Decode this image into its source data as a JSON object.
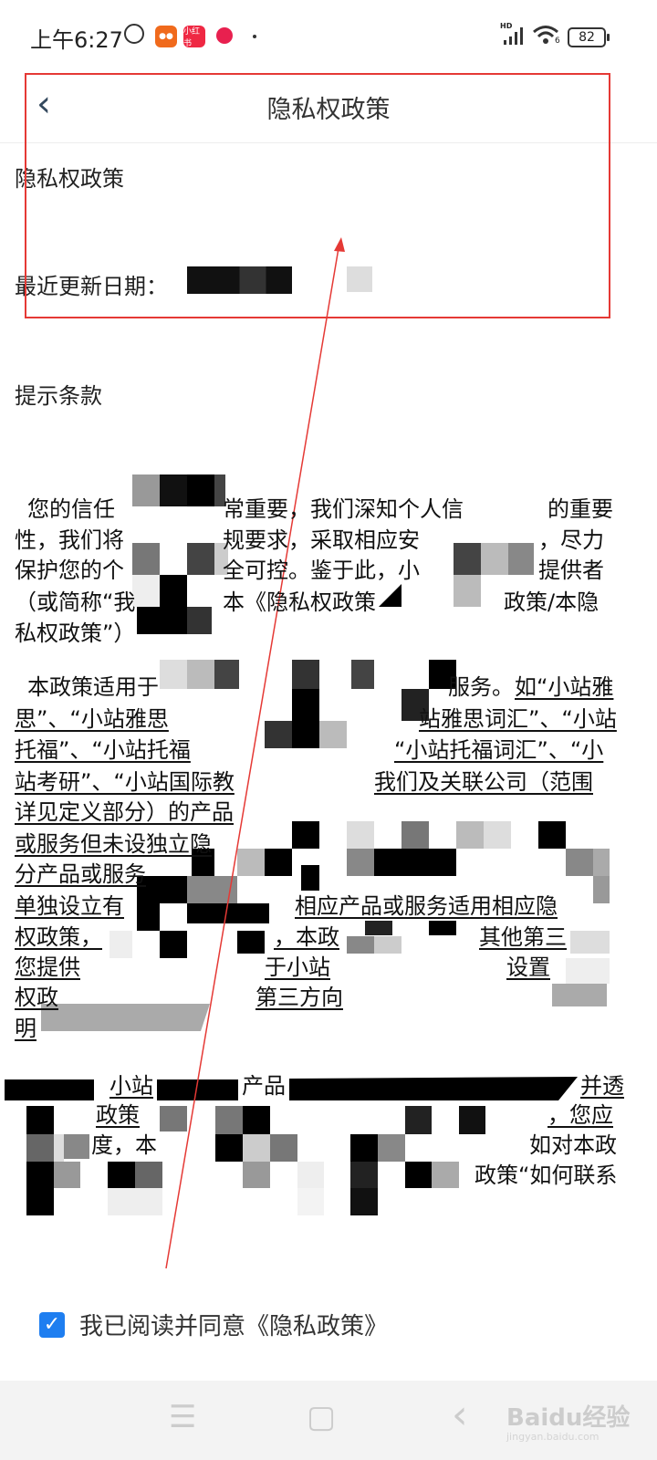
{
  "status_bar": {
    "time": "上午6:27",
    "app_icons": [
      "kuaishou-icon",
      "xiaohongshu-icon",
      "video-app-icon"
    ],
    "xiaohongshu_label": "小红书",
    "network": "HD",
    "wifi_label": "6",
    "battery": "82"
  },
  "header": {
    "title": "隐私权政策",
    "back_icon": "chevron-left-icon"
  },
  "doc": {
    "heading": "隐私权政策",
    "updated_label": "最近更新日期：",
    "section": "提示条款",
    "p1": [
      [
        "您的信任",
        "常重要，我们深知个人信",
        "的重要"
      ],
      [
        "性，我们将",
        "规要求，采取相应安",
        "，尽力"
      ],
      [
        "保护您的个",
        "全可控。鉴于此，小",
        "提供者"
      ],
      [
        "（或简称“我",
        "本《隐私权政策",
        "政策/本隐"
      ],
      [
        "私权政策”）"
      ]
    ],
    "p2": [
      [
        "本政策适用于",
        "服务。",
        "如“小站雅"
      ],
      [
        "思”、“小站雅思",
        "站雅思词汇”、“小站"
      ],
      [
        "托福”、“小站托福",
        "“小站托福词汇”、“小"
      ],
      [
        "站考研”、“小站国际教",
        "我们及关联公司（范围"
      ],
      [
        "详见定义部分）的产品"
      ],
      [
        "或服务但未设独立隐"
      ],
      [
        "分产品或服务"
      ],
      [
        "单独设立有",
        "相应产品或服务适用相应隐"
      ],
      [
        "权政策，",
        "，本政",
        "其他第三"
      ],
      [
        "您提供",
        "于小站",
        "设置"
      ],
      [
        "权政",
        "第三方向"
      ],
      [
        "明"
      ]
    ],
    "p3": [
      [
        "小站",
        "产品",
        "并透"
      ],
      [
        "政策",
        "，您应"
      ],
      [
        "度，本",
        "如对本政"
      ],
      [
        "政策“如何联系"
      ]
    ]
  },
  "agreement": {
    "checked": true,
    "label": "我已阅读并同意《隐私政策》"
  },
  "nav_bar": {
    "menu": "☰",
    "home": "▢",
    "back": "‹"
  },
  "watermark": {
    "brand": "Baidu经验",
    "url": "jingyan.baidu.com"
  },
  "colors": {
    "accent": "#1e7ef0",
    "annotation": "#e53935"
  }
}
